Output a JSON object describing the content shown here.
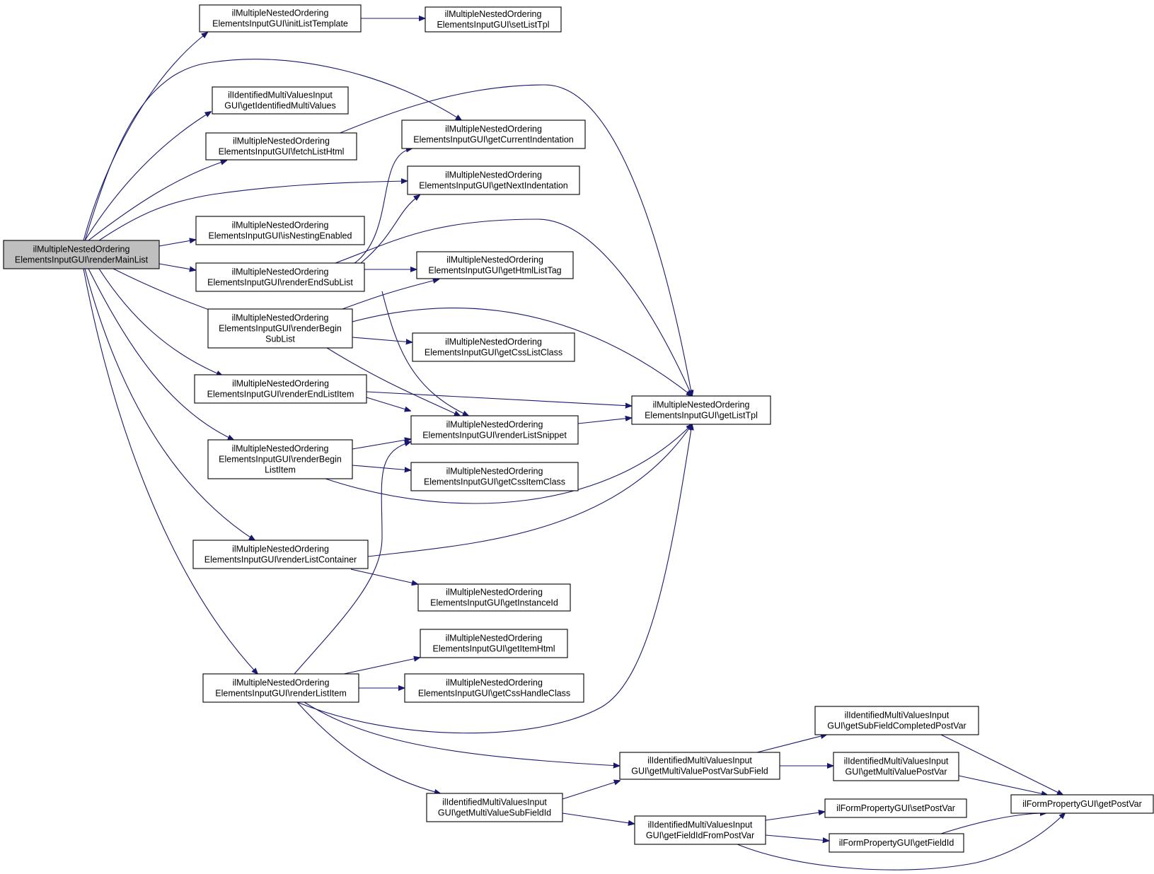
{
  "graph": {
    "nodes": [
      {
        "id": "renderMainList",
        "lines": [
          "ilMultipleNestedOrdering",
          "ElementsInputGUI\\renderMainList"
        ],
        "root": true
      },
      {
        "id": "initListTemplate",
        "lines": [
          "ilMultipleNestedOrdering",
          "ElementsInputGUI\\initListTemplate"
        ]
      },
      {
        "id": "setListTpl",
        "lines": [
          "ilMultipleNestedOrdering",
          "ElementsInputGUI\\setListTpl"
        ]
      },
      {
        "id": "getIdentifiedMultiValues",
        "lines": [
          "ilIdentifiedMultiValuesInput",
          "GUI\\getIdentifiedMultiValues"
        ]
      },
      {
        "id": "fetchListHtml",
        "lines": [
          "ilMultipleNestedOrdering",
          "ElementsInputGUI\\fetchListHtml"
        ]
      },
      {
        "id": "getCurrentIndentation",
        "lines": [
          "ilMultipleNestedOrdering",
          "ElementsInputGUI\\getCurrentIndentation"
        ]
      },
      {
        "id": "getNextIndentation",
        "lines": [
          "ilMultipleNestedOrdering",
          "ElementsInputGUI\\getNextIndentation"
        ]
      },
      {
        "id": "isNestingEnabled",
        "lines": [
          "ilMultipleNestedOrdering",
          "ElementsInputGUI\\isNestingEnabled"
        ]
      },
      {
        "id": "renderEndSubList",
        "lines": [
          "ilMultipleNestedOrdering",
          "ElementsInputGUI\\renderEndSubList"
        ]
      },
      {
        "id": "getHtmlListTag",
        "lines": [
          "ilMultipleNestedOrdering",
          "ElementsInputGUI\\getHtmlListTag"
        ]
      },
      {
        "id": "renderBeginSubList",
        "lines": [
          "ilMultipleNestedOrdering",
          "ElementsInputGUI\\renderBegin",
          "SubList"
        ]
      },
      {
        "id": "getCssListClass",
        "lines": [
          "ilMultipleNestedOrdering",
          "ElementsInputGUI\\getCssListClass"
        ]
      },
      {
        "id": "renderEndListItem",
        "lines": [
          "ilMultipleNestedOrdering",
          "ElementsInputGUI\\renderEndListItem"
        ]
      },
      {
        "id": "getListTpl",
        "lines": [
          "ilMultipleNestedOrdering",
          "ElementsInputGUI\\getListTpl"
        ]
      },
      {
        "id": "renderListSnippet",
        "lines": [
          "ilMultipleNestedOrdering",
          "ElementsInputGUI\\renderListSnippet"
        ]
      },
      {
        "id": "renderBeginListItem",
        "lines": [
          "ilMultipleNestedOrdering",
          "ElementsInputGUI\\renderBegin",
          "ListItem"
        ]
      },
      {
        "id": "getCssItemClass",
        "lines": [
          "ilMultipleNestedOrdering",
          "ElementsInputGUI\\getCssItemClass"
        ]
      },
      {
        "id": "renderListContainer",
        "lines": [
          "ilMultipleNestedOrdering",
          "ElementsInputGUI\\renderListContainer"
        ]
      },
      {
        "id": "getInstanceId",
        "lines": [
          "ilMultipleNestedOrdering",
          "ElementsInputGUI\\getInstanceId"
        ]
      },
      {
        "id": "getItemHtml",
        "lines": [
          "ilMultipleNestedOrdering",
          "ElementsInputGUI\\getItemHtml"
        ]
      },
      {
        "id": "renderListItem",
        "lines": [
          "ilMultipleNestedOrdering",
          "ElementsInputGUI\\renderListItem"
        ]
      },
      {
        "id": "getCssHandleClass",
        "lines": [
          "ilMultipleNestedOrdering",
          "ElementsInputGUI\\getCssHandleClass"
        ]
      },
      {
        "id": "getSubFieldCompletedPostVar",
        "lines": [
          "ilIdentifiedMultiValuesInput",
          "GUI\\getSubFieldCompletedPostVar"
        ]
      },
      {
        "id": "getMultiValuePostVarSubField",
        "lines": [
          "ilIdentifiedMultiValuesInput",
          "GUI\\getMultiValuePostVarSubField"
        ]
      },
      {
        "id": "getMultiValuePostVar",
        "lines": [
          "ilIdentifiedMultiValuesInput",
          "GUI\\getMultiValuePostVar"
        ]
      },
      {
        "id": "getMultiValueSubFieldId",
        "lines": [
          "ilIdentifiedMultiValuesInput",
          "GUI\\getMultiValueSubFieldId"
        ]
      },
      {
        "id": "setPostVar",
        "lines": [
          "ilFormPropertyGUI\\setPostVar"
        ]
      },
      {
        "id": "getPostVar",
        "lines": [
          "ilFormPropertyGUI\\getPostVar"
        ]
      },
      {
        "id": "getFieldIdFromPostVar",
        "lines": [
          "ilIdentifiedMultiValuesInput",
          "GUI\\getFieldIdFromPostVar"
        ]
      },
      {
        "id": "getFieldId",
        "lines": [
          "ilFormPropertyGUI\\getFieldId"
        ]
      }
    ],
    "edges": [
      {
        "from": "renderMainList",
        "to": "initListTemplate"
      },
      {
        "from": "renderMainList",
        "to": "getCurrentIndentation"
      },
      {
        "from": "renderMainList",
        "to": "getIdentifiedMultiValues"
      },
      {
        "from": "renderMainList",
        "to": "fetchListHtml"
      },
      {
        "from": "renderMainList",
        "to": "getNextIndentation"
      },
      {
        "from": "renderMainList",
        "to": "isNestingEnabled"
      },
      {
        "from": "renderMainList",
        "to": "renderEndSubList"
      },
      {
        "from": "renderMainList",
        "to": "renderBeginSubList"
      },
      {
        "from": "renderMainList",
        "to": "renderEndListItem"
      },
      {
        "from": "renderMainList",
        "to": "renderBeginListItem"
      },
      {
        "from": "renderMainList",
        "to": "renderListContainer"
      },
      {
        "from": "renderMainList",
        "to": "renderListItem"
      },
      {
        "from": "initListTemplate",
        "to": "setListTpl"
      },
      {
        "from": "fetchListHtml",
        "to": "getListTpl"
      },
      {
        "from": "renderEndSubList",
        "to": "getCurrentIndentation"
      },
      {
        "from": "renderEndSubList",
        "to": "getNextIndentation"
      },
      {
        "from": "renderEndSubList",
        "to": "getListTpl"
      },
      {
        "from": "renderEndSubList",
        "to": "getHtmlListTag"
      },
      {
        "from": "renderEndSubList",
        "to": "renderListSnippet"
      },
      {
        "from": "renderBeginSubList",
        "to": "getHtmlListTag"
      },
      {
        "from": "renderBeginSubList",
        "to": "getListTpl"
      },
      {
        "from": "renderBeginSubList",
        "to": "getCssListClass"
      },
      {
        "from": "renderBeginSubList",
        "to": "renderListSnippet"
      },
      {
        "from": "renderEndListItem",
        "to": "getListTpl"
      },
      {
        "from": "renderEndListItem",
        "to": "renderListSnippet"
      },
      {
        "from": "renderListSnippet",
        "to": "getListTpl"
      },
      {
        "from": "renderBeginListItem",
        "to": "renderListSnippet"
      },
      {
        "from": "renderBeginListItem",
        "to": "getCssItemClass"
      },
      {
        "from": "renderBeginListItem",
        "to": "getListTpl"
      },
      {
        "from": "renderListContainer",
        "to": "getListTpl"
      },
      {
        "from": "renderListContainer",
        "to": "getInstanceId"
      },
      {
        "from": "renderListItem",
        "to": "renderListSnippet"
      },
      {
        "from": "renderListItem",
        "to": "getItemHtml"
      },
      {
        "from": "renderListItem",
        "to": "getCssHandleClass"
      },
      {
        "from": "renderListItem",
        "to": "getListTpl"
      },
      {
        "from": "renderListItem",
        "to": "getMultiValuePostVarSubField"
      },
      {
        "from": "renderListItem",
        "to": "getMultiValueSubFieldId"
      },
      {
        "from": "getMultiValuePostVarSubField",
        "to": "getSubFieldCompletedPostVar"
      },
      {
        "from": "getMultiValuePostVarSubField",
        "to": "getMultiValuePostVar"
      },
      {
        "from": "getSubFieldCompletedPostVar",
        "to": "getPostVar"
      },
      {
        "from": "getMultiValuePostVar",
        "to": "getPostVar"
      },
      {
        "from": "getMultiValueSubFieldId",
        "to": "getMultiValuePostVarSubField"
      },
      {
        "from": "getMultiValueSubFieldId",
        "to": "getFieldIdFromPostVar"
      },
      {
        "from": "getFieldIdFromPostVar",
        "to": "setPostVar"
      },
      {
        "from": "getFieldIdFromPostVar",
        "to": "getFieldId"
      },
      {
        "from": "getFieldIdFromPostVar",
        "to": "getPostVar"
      },
      {
        "from": "getFieldId",
        "to": "getPostVar"
      }
    ]
  }
}
